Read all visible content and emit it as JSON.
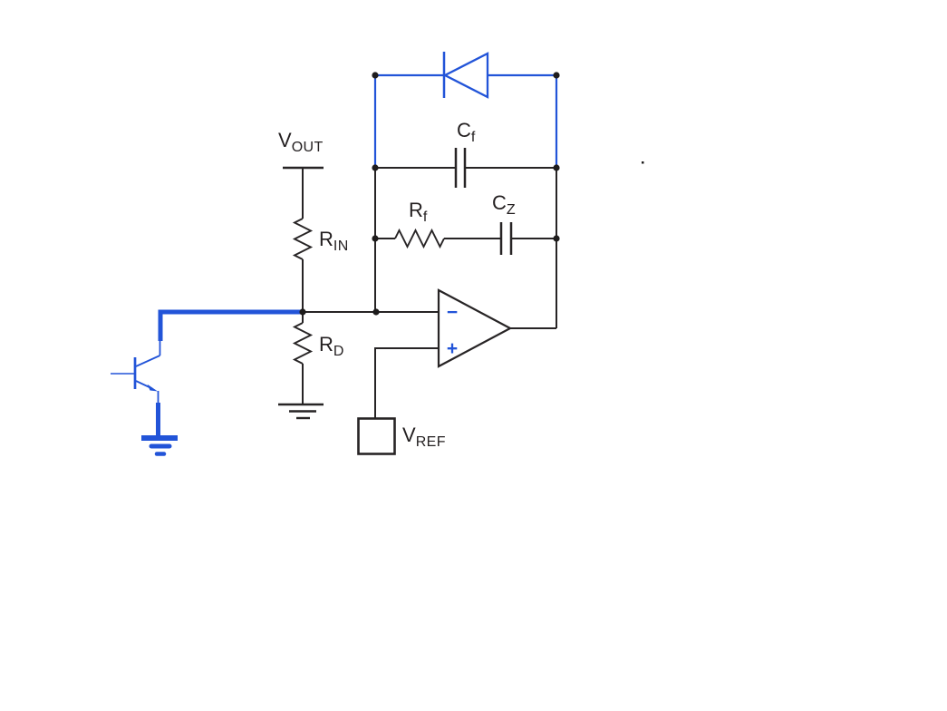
{
  "diagram": {
    "colors": {
      "wire": "#272425",
      "highlight_blue": "#2254d8",
      "label_text": "#231f20",
      "background": "#ffffff"
    },
    "labels": {
      "vout": {
        "main": "V",
        "sub": "OUT"
      },
      "rin": {
        "main": "R",
        "sub": "IN"
      },
      "rd": {
        "main": "R",
        "sub": "D"
      },
      "cf": {
        "main": "C",
        "sub": "f"
      },
      "rf": {
        "main": "R",
        "sub": "f"
      },
      "cz": {
        "main": "C",
        "sub": "Z"
      },
      "vref": {
        "main": "V",
        "sub": "REF"
      }
    },
    "opamp": {
      "inverting_symbol": "−",
      "noninverting_symbol": "+"
    }
  }
}
